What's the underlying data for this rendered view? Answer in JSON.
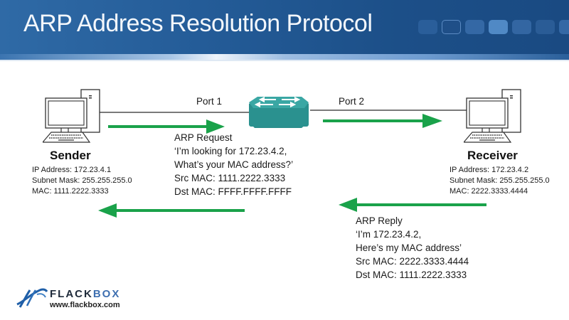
{
  "header": {
    "title": "ARP Address Resolution Protocol",
    "tiles": [
      "#2a5e9a",
      "#1f5089",
      "#3468a5",
      "#4f88c4",
      "#3366a2",
      "#2a5c96",
      "#3468a5"
    ]
  },
  "colors": {
    "arrow": "#1aa24a",
    "switch": "#2f9a98",
    "link": "#7a7a7a"
  },
  "network": {
    "port1_label": "Port 1",
    "port2_label": "Port 2",
    "switch_icon": "switch-icon"
  },
  "sender": {
    "name": "Sender",
    "icon": "computer-icon",
    "ip": "IP Address: 172.23.4.1",
    "mask": "Subnet Mask: 255.255.255.0",
    "mac": "MAC: 1111.2222.3333"
  },
  "receiver": {
    "name": "Receiver",
    "icon": "computer-icon",
    "ip": "IP Address: 172.23.4.2",
    "mask": "Subnet Mask: 255.255.255.0",
    "mac": "MAC: 2222.3333.4444"
  },
  "arp_request": {
    "title": "ARP Request",
    "line1": "‘I’m looking for 172.23.4.2,",
    "line2": "What’s your MAC address?’",
    "src": "Src MAC: 1111.2222.3333",
    "dst": "Dst MAC: FFFF.FFFF.FFFF"
  },
  "arp_reply": {
    "title": "ARP Reply",
    "line1": "‘I’m 172.23.4.2,",
    "line2": "Here’s my MAC address’",
    "src": "Src MAC: 2222.3333.4444",
    "dst": "Dst MAC: 1111.2222.3333"
  },
  "logo": {
    "brand_part1": "FLACK",
    "brand_part2": "BOX",
    "url": "www.flackbox.com",
    "icon": "bridge-logo-icon"
  }
}
